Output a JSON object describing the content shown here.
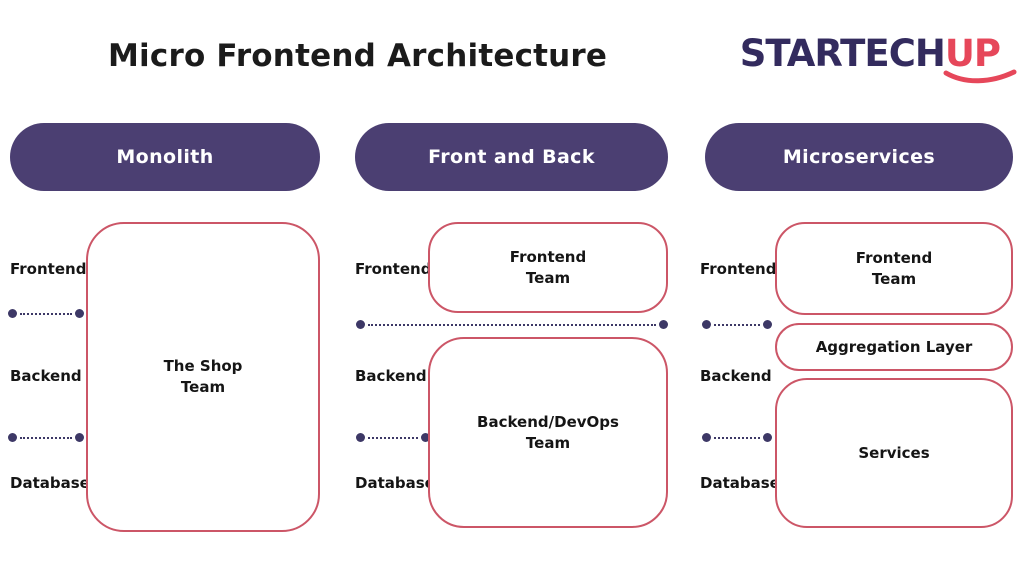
{
  "title": "Micro Frontend Architecture",
  "logo": {
    "text_primary": "STARTECH",
    "text_accent": "UP"
  },
  "colors": {
    "pill_background": "#4b3f72",
    "pill_text": "#ffffff",
    "box_border": "#cc5667",
    "connector_dot": "#3d3866",
    "title_text": "#1b1b1b",
    "logo_primary": "#332b5e",
    "logo_accent": "#e6475a",
    "background": "#ffffff"
  },
  "columns": [
    {
      "header": "Monolith",
      "labels": [
        "Frontend",
        "Backend",
        "Database"
      ],
      "boxes": [
        {
          "line1": "The Shop",
          "line2": "Team"
        }
      ]
    },
    {
      "header": "Front and Back",
      "labels": [
        "Frontend",
        "Backend",
        "Database"
      ],
      "boxes": [
        {
          "line1": "Frontend",
          "line2": "Team"
        },
        {
          "line1": "Backend/DevOps",
          "line2": "Team"
        }
      ]
    },
    {
      "header": "Microservices",
      "labels": [
        "Frontend",
        "Backend",
        "Database"
      ],
      "boxes": [
        {
          "line1": "Frontend",
          "line2": "Team"
        },
        {
          "line1": "Aggregation Layer"
        },
        {
          "line1": "Services"
        }
      ]
    }
  ]
}
